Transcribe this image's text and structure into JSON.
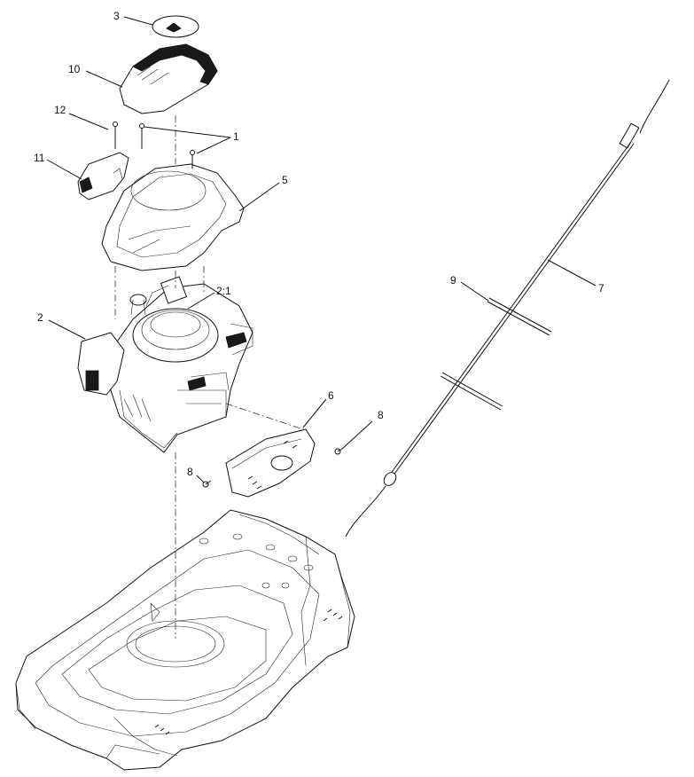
{
  "diagram": {
    "callouts": [
      {
        "id": "c3",
        "label": "3"
      },
      {
        "id": "c10",
        "label": "10"
      },
      {
        "id": "c12",
        "label": "12"
      },
      {
        "id": "c1",
        "label": "1"
      },
      {
        "id": "c11",
        "label": "11"
      },
      {
        "id": "c5",
        "label": "5"
      },
      {
        "id": "c2-1",
        "label": "2:1"
      },
      {
        "id": "c2",
        "label": "2"
      },
      {
        "id": "c9",
        "label": "9"
      },
      {
        "id": "c7",
        "label": "7"
      },
      {
        "id": "c6",
        "label": "6"
      },
      {
        "id": "c8a",
        "label": "8"
      },
      {
        "id": "c8b",
        "label": "8"
      }
    ]
  }
}
